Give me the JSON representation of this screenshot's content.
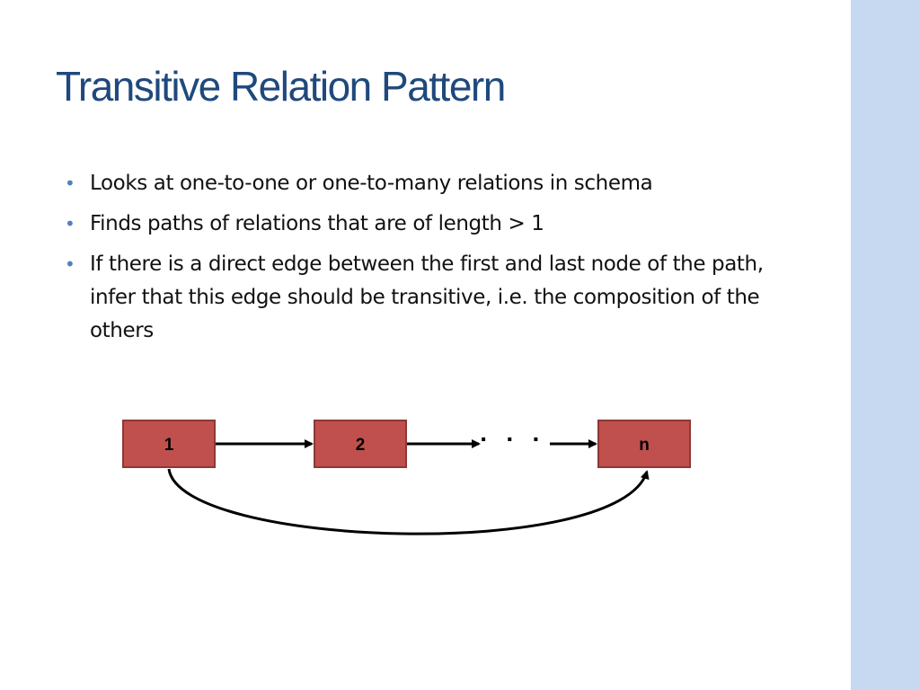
{
  "slide": {
    "title": "Transitive Relation Pattern",
    "bullets": [
      "Looks at one-to-one or one-to-many relations in schema",
      "Finds paths of relations that are of length > 1",
      "If there is a direct edge between the first and last node of the path, infer that this edge should be transitive, i.e. the composition of the others"
    ],
    "colors": {
      "title": "#1f497d",
      "bullet_marker": "#4f81bd",
      "side_band": "#c6d9f1",
      "node_fill": "#c0504d",
      "node_border": "#8c3836"
    }
  },
  "diagram": {
    "nodes": [
      {
        "id": "n1",
        "label": "1"
      },
      {
        "id": "n2",
        "label": "2"
      },
      {
        "id": "nn",
        "label": "n"
      }
    ],
    "ellipsis": "· · ·",
    "edges": [
      {
        "from": "1",
        "to": "2"
      },
      {
        "from": "2",
        "to": "· · ·"
      },
      {
        "from": "· · ·",
        "to": "n"
      },
      {
        "from": "1",
        "to": "n",
        "style": "curved"
      }
    ]
  }
}
